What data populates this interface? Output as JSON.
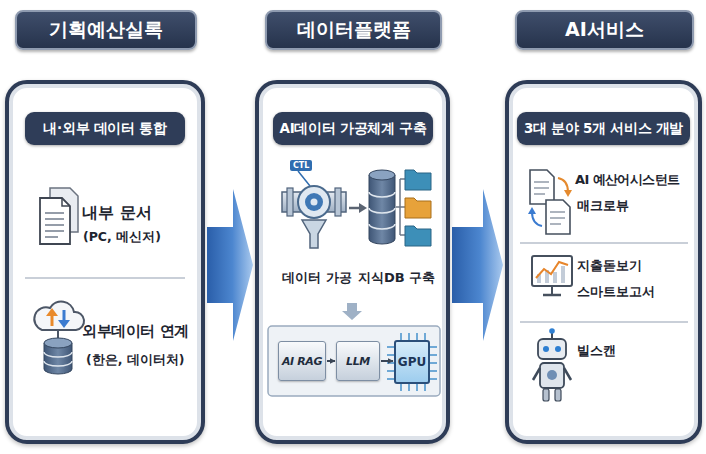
{
  "diagram": {
    "nodes": [
      {
        "text": [
          "기획예산실록"
        ]
      },
      {
        "text": [
          "내·외부 데이터 통합"
        ],
        "in": 0
      },
      {
        "text": [
          "데이터플랫폼"
        ]
      },
      {
        "text": [
          "AI데이터 가공체계 구축"
        ],
        "in": 2
      },
      {
        "text": [
          "AI RAG"
        ],
        "in": 2
      },
      {
        "text": [
          "LLM"
        ],
        "in": 2
      },
      {
        "text": [
          "GPU"
        ],
        "in": 2
      },
      {
        "text": [
          "AI서비스"
        ]
      },
      {
        "text": [
          "3대 분야 5개 서비스 개발"
        ],
        "in": 7
      }
    ],
    "edges": [
      {
        "from": 0,
        "to": 2,
        "arrow": "to"
      },
      {
        "from": 2,
        "to": 7,
        "arrow": "to"
      },
      {
        "from": 4,
        "to": 5,
        "arrow": "to"
      },
      {
        "from": 5,
        "to": 6,
        "arrow": "to"
      }
    ],
    "labels": [
      "내부 문서",
      "(PC, 메신저)",
      "외부데이터 연계",
      "(한은, 데이터처)",
      "CTL",
      "데이터 가공",
      "지식DB 구축",
      "AI 예산어시스턴트",
      "매크로뷰",
      "지출돋보기",
      "스마트보고서",
      "빌스캔"
    ]
  }
}
